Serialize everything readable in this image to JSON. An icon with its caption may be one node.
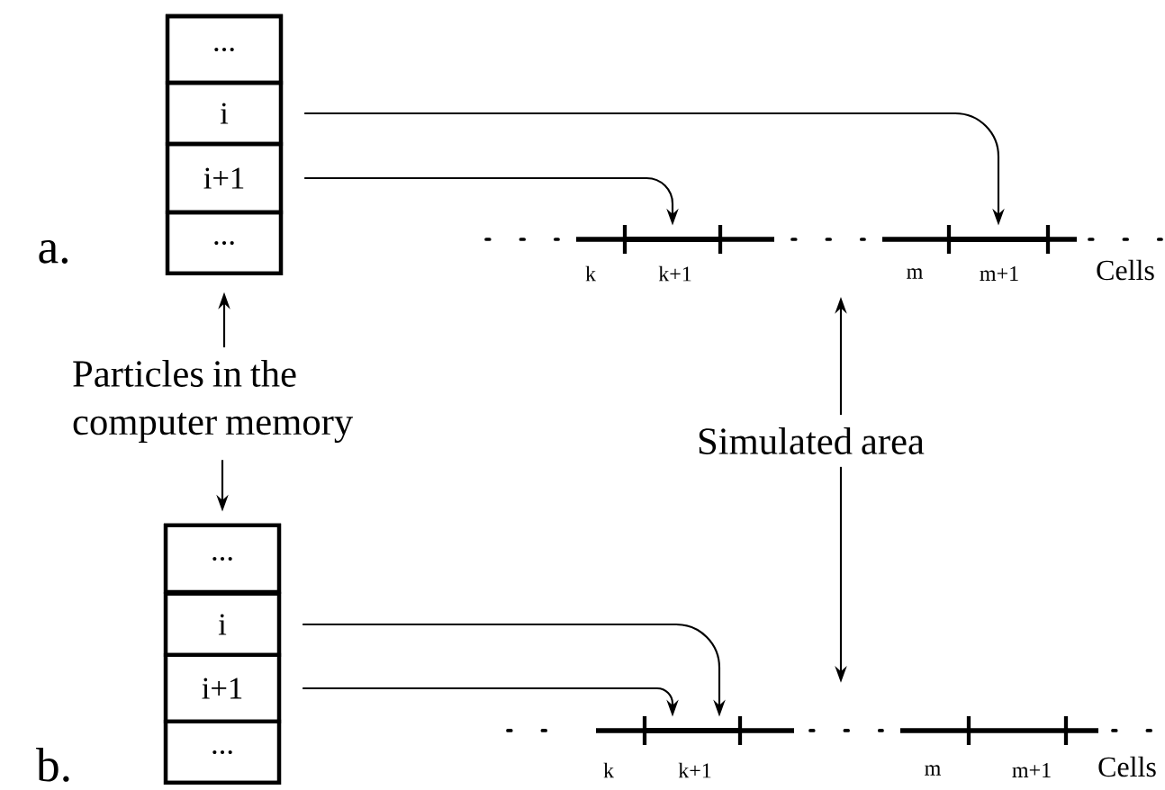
{
  "diagram": {
    "nodes": [
      {
        "text": [],
        "shape": "box"
      },
      {
        "text": [
          "..."
        ],
        "in": 0
      },
      {
        "text": [
          "i"
        ],
        "in": 0
      },
      {
        "text": [
          "i+1"
        ],
        "in": 0
      },
      {
        "text": [
          "..."
        ],
        "in": 0
      },
      {
        "text": [],
        "shape": "bar"
      },
      {
        "text": [],
        "shape": "bar",
        "in": 5
      },
      {
        "text": [],
        "shape": "bar",
        "in": 5
      },
      {
        "text": [
          "Particles in the computer memory"
        ]
      },
      {
        "text": [
          "Simulated area"
        ]
      },
      {
        "text": [],
        "shape": "box"
      },
      {
        "text": [
          "..."
        ],
        "in": 10
      },
      {
        "text": [
          "i"
        ],
        "in": 10
      },
      {
        "text": [
          "i+1"
        ],
        "in": 10
      },
      {
        "text": [
          "..."
        ],
        "in": 10
      },
      {
        "text": [],
        "shape": "bar"
      },
      {
        "text": [],
        "shape": "bar",
        "in": 15
      }
    ],
    "edges": [
      {
        "from": 2,
        "to": 7,
        "arrow": "to"
      },
      {
        "from": 3,
        "to": 6,
        "arrow": "to"
      },
      {
        "from": 8,
        "to": 0,
        "arrow": "to"
      },
      {
        "from": 8,
        "to": 10,
        "arrow": "to"
      },
      {
        "from": 9,
        "to": 5,
        "arrow": "to"
      },
      {
        "from": 9,
        "to": 15,
        "arrow": "to"
      },
      {
        "from": 12,
        "to": 16,
        "arrow": "to"
      },
      {
        "from": 13,
        "to": 16,
        "arrow": "to"
      }
    ],
    "labels": [
      "a.",
      "k",
      "k+1",
      "m",
      "m+1",
      "Cells",
      "b.",
      "k",
      "k+1",
      "m",
      "m+1",
      "Cells"
    ]
  }
}
